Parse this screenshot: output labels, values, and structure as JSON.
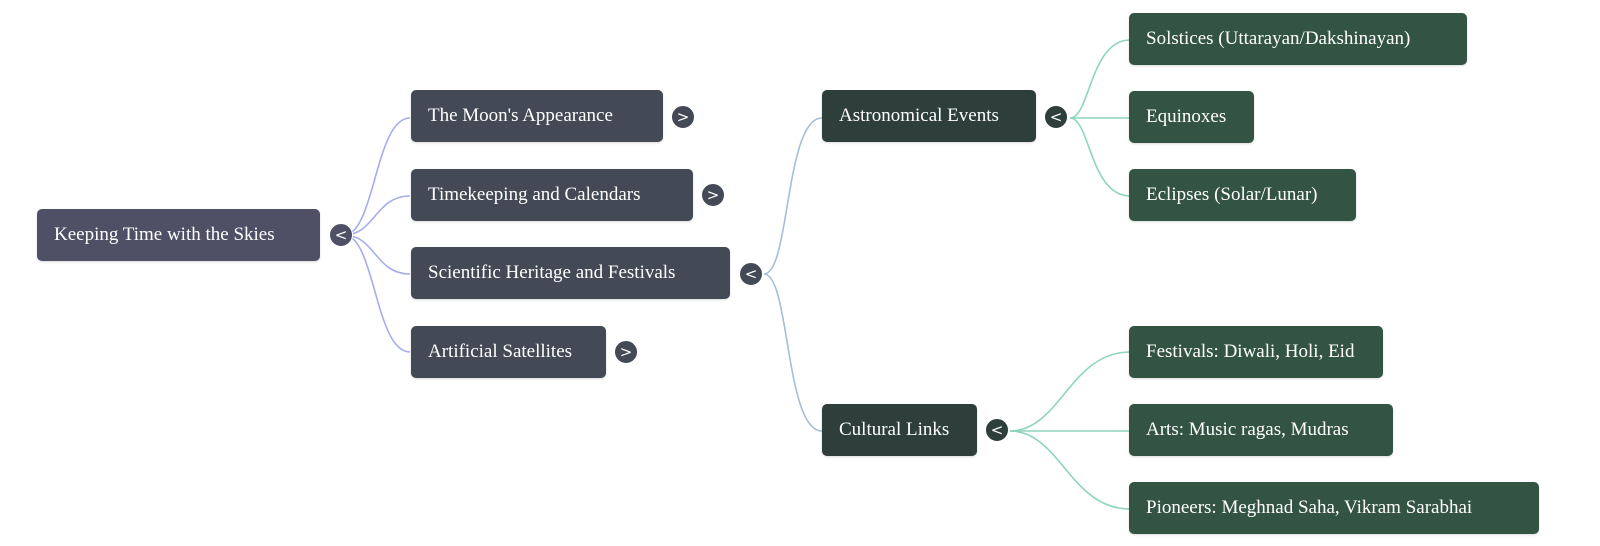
{
  "mindmap": {
    "root": {
      "label": "Keeping Time with the Skies",
      "toggle": "<"
    },
    "level1": [
      {
        "label": "The Moon's Appearance",
        "toggle": ">",
        "collapsed": true
      },
      {
        "label": "Timekeeping and Calendars",
        "toggle": ">",
        "collapsed": true
      },
      {
        "label": "Scientific Heritage and Festivals",
        "toggle": "<",
        "collapsed": false
      },
      {
        "label": "Artificial Satellites",
        "toggle": ">",
        "collapsed": true
      }
    ],
    "level2": [
      {
        "label": "Astronomical Events",
        "toggle": "<",
        "collapsed": false
      },
      {
        "label": "Cultural Links",
        "toggle": "<",
        "collapsed": false
      }
    ],
    "level3_astronomical": [
      {
        "label": "Solstices (Uttarayan/Dakshinayan)"
      },
      {
        "label": "Equinoxes"
      },
      {
        "label": "Eclipses (Solar/Lunar)"
      }
    ],
    "level3_cultural": [
      {
        "label": "Festivals: Diwali, Holi, Eid"
      },
      {
        "label": "Arts: Music ragas, Mudras"
      },
      {
        "label": "Pioneers: Meghnad Saha, Vikram Sarabhai"
      }
    ]
  },
  "colors": {
    "root_node": "#4f5066",
    "level1_node": "#434a55",
    "level2_node": "#2e3e3b",
    "level3_node": "#345443",
    "edge_root": "#a6adec",
    "edge_level1": "#a3bfd9",
    "edge_level2": "#8fd4bf"
  }
}
